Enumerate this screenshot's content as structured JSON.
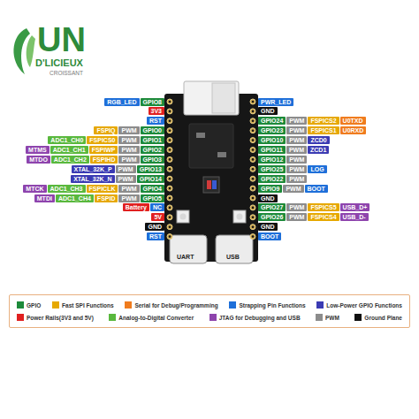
{
  "diagram": {
    "nodes": [
      {
        "text": [
          "RGB_LED"
        ]
      },
      {
        "text": [
          "GPIO8"
        ]
      },
      {
        "text": [
          "PWR_LED"
        ]
      },
      {
        "text": [
          "3V3"
        ]
      },
      {
        "text": [
          "GND"
        ]
      },
      {
        "text": [
          "RST"
        ]
      },
      {
        "text": [
          "GPIO24"
        ]
      },
      {
        "text": [
          "PWM"
        ]
      },
      {
        "text": [
          "FSPICS2"
        ]
      },
      {
        "text": [
          "U0TXD"
        ]
      },
      {
        "text": [
          "FSPIQ"
        ]
      },
      {
        "text": [
          "PWM"
        ]
      },
      {
        "text": [
          "GPIO0"
        ]
      },
      {
        "text": [
          "GPIO23"
        ]
      },
      {
        "text": [
          "PWM"
        ]
      },
      {
        "text": [
          "FSPICS1"
        ]
      },
      {
        "text": [
          "U0RXD"
        ]
      },
      {
        "text": [
          "ADC1_CH0"
        ]
      },
      {
        "text": [
          "FSPICS0"
        ]
      },
      {
        "text": [
          "PWM"
        ]
      },
      {
        "text": [
          "GPIO1"
        ]
      },
      {
        "text": [
          "GPIO10"
        ]
      },
      {
        "text": [
          "PWM"
        ]
      },
      {
        "text": [
          "ZCD0"
        ]
      },
      {
        "text": [
          "MTMS"
        ]
      },
      {
        "text": [
          "ADC1_CH1"
        ]
      },
      {
        "text": [
          "FSPIWP"
        ]
      },
      {
        "text": [
          "PWM"
        ]
      },
      {
        "text": [
          "GPIO2"
        ]
      },
      {
        "text": [
          "GPIO11"
        ]
      },
      {
        "text": [
          "PWM"
        ]
      },
      {
        "text": [
          "ZCD1"
        ]
      },
      {
        "text": [
          "MTDO"
        ]
      },
      {
        "text": [
          "ADC1_CH2"
        ]
      },
      {
        "text": [
          "FSPIHD"
        ]
      },
      {
        "text": [
          "PWM"
        ]
      },
      {
        "text": [
          "GPIO3"
        ]
      },
      {
        "text": [
          "GPIO12"
        ]
      },
      {
        "text": [
          "PWM"
        ]
      },
      {
        "text": [
          "XTAL_32K_P"
        ]
      },
      {
        "text": [
          "PWM"
        ]
      },
      {
        "text": [
          "GPIO13"
        ]
      },
      {
        "text": [
          "GPIO25"
        ]
      },
      {
        "text": [
          "PWM"
        ]
      },
      {
        "text": [
          "LOG"
        ]
      },
      {
        "text": [
          "XTAL_32K_N"
        ]
      },
      {
        "text": [
          "PWM"
        ]
      },
      {
        "text": [
          "GPIO14"
        ]
      },
      {
        "text": [
          "GPIO22"
        ]
      },
      {
        "text": [
          "PWM"
        ]
      },
      {
        "text": [
          "MTCK"
        ]
      },
      {
        "text": [
          "ADC1_CH3"
        ]
      },
      {
        "text": [
          "FSPICLK"
        ]
      },
      {
        "text": [
          "PWM"
        ]
      },
      {
        "text": [
          "GPIO4"
        ]
      },
      {
        "text": [
          "GPIO9"
        ]
      },
      {
        "text": [
          "PWM"
        ]
      },
      {
        "text": [
          "BOOT"
        ]
      },
      {
        "text": [
          "MTDI"
        ]
      },
      {
        "text": [
          "ADC1_CH4"
        ]
      },
      {
        "text": [
          "FSPID"
        ]
      },
      {
        "text": [
          "PWM"
        ]
      },
      {
        "text": [
          "GPIO5"
        ]
      },
      {
        "text": [
          "GND"
        ]
      },
      {
        "text": [
          "Battery"
        ]
      },
      {
        "text": [
          "NC"
        ]
      },
      {
        "text": [
          "GPIO27"
        ]
      },
      {
        "text": [
          "PWM"
        ]
      },
      {
        "text": [
          "FSPICS5"
        ]
      },
      {
        "text": [
          "USB_D+"
        ]
      },
      {
        "text": [
          "5V"
        ]
      },
      {
        "text": [
          "GPIO26"
        ]
      },
      {
        "text": [
          "PWM"
        ]
      },
      {
        "text": [
          "FSPICS4"
        ]
      },
      {
        "text": [
          "USB_D-"
        ]
      },
      {
        "text": [
          "GND"
        ]
      },
      {
        "text": [
          "GND"
        ]
      },
      {
        "text": [
          "RST"
        ]
      },
      {
        "text": [
          "BOOT"
        ]
      }
    ],
    "labels": [
      "UN",
      "D'LICIEUX",
      "CROISSANT",
      "UART",
      "USB"
    ],
    "legend": [
      {
        "text": "GPIO",
        "color": "#1d8a3a"
      },
      {
        "text": "Fast SPI Functions",
        "color": "#e6a800"
      },
      {
        "text": "Serial for Debug/Programming",
        "color": "#f07c1e"
      },
      {
        "text": "Strapping Pin Functions",
        "color": "#1e6fd9"
      },
      {
        "text": "Low-Power GPIO Functions",
        "color": "#3b3bb3"
      },
      {
        "text": "Power Rails(3V3 and 5V)",
        "color": "#e02020"
      },
      {
        "text": "Analog-to-Digital Converter",
        "color": "#59b83d"
      },
      {
        "text": "JTAG for Debugging and USB",
        "color": "#8e44ad"
      },
      {
        "text": "PWM",
        "color": "#8c8c8c"
      },
      {
        "text": "Ground Plane",
        "color": "#111111"
      }
    ]
  }
}
